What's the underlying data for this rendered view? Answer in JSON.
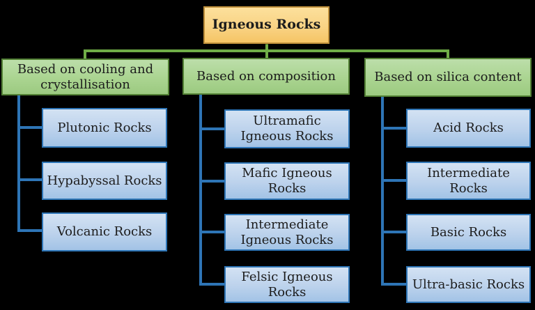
{
  "diagram": {
    "type": "hierarchy-flowchart",
    "background_color": "#000000",
    "root": {
      "label": "Igneous Rocks"
    },
    "categories": [
      {
        "label": "Based on cooling and crystallisation",
        "children": [
          "Plutonic Rocks",
          "Hypabyssal Rocks",
          "Volcanic Rocks"
        ]
      },
      {
        "label": "Based on composition",
        "children": [
          "Ultramafic Igneous Rocks",
          "Mafic Igneous Rocks",
          "Intermediate Igneous Rocks",
          "Felsic Igneous Rocks"
        ]
      },
      {
        "label": "Based on silica content",
        "children": [
          "Acid Rocks",
          "Intermediate Rocks",
          "Basic Rocks",
          "Ultra-basic Rocks"
        ]
      }
    ],
    "colors": {
      "root_fill": "#f9d384",
      "root_border": "#bd8e3a",
      "category_fill": "#aad490",
      "category_border": "#538135",
      "leaf_fill": "#bcd2ec",
      "leaf_border": "#2e75b6",
      "connector_green": "#6fad47",
      "connector_blue": "#2e75b6",
      "text": "#1c1c1c"
    }
  }
}
